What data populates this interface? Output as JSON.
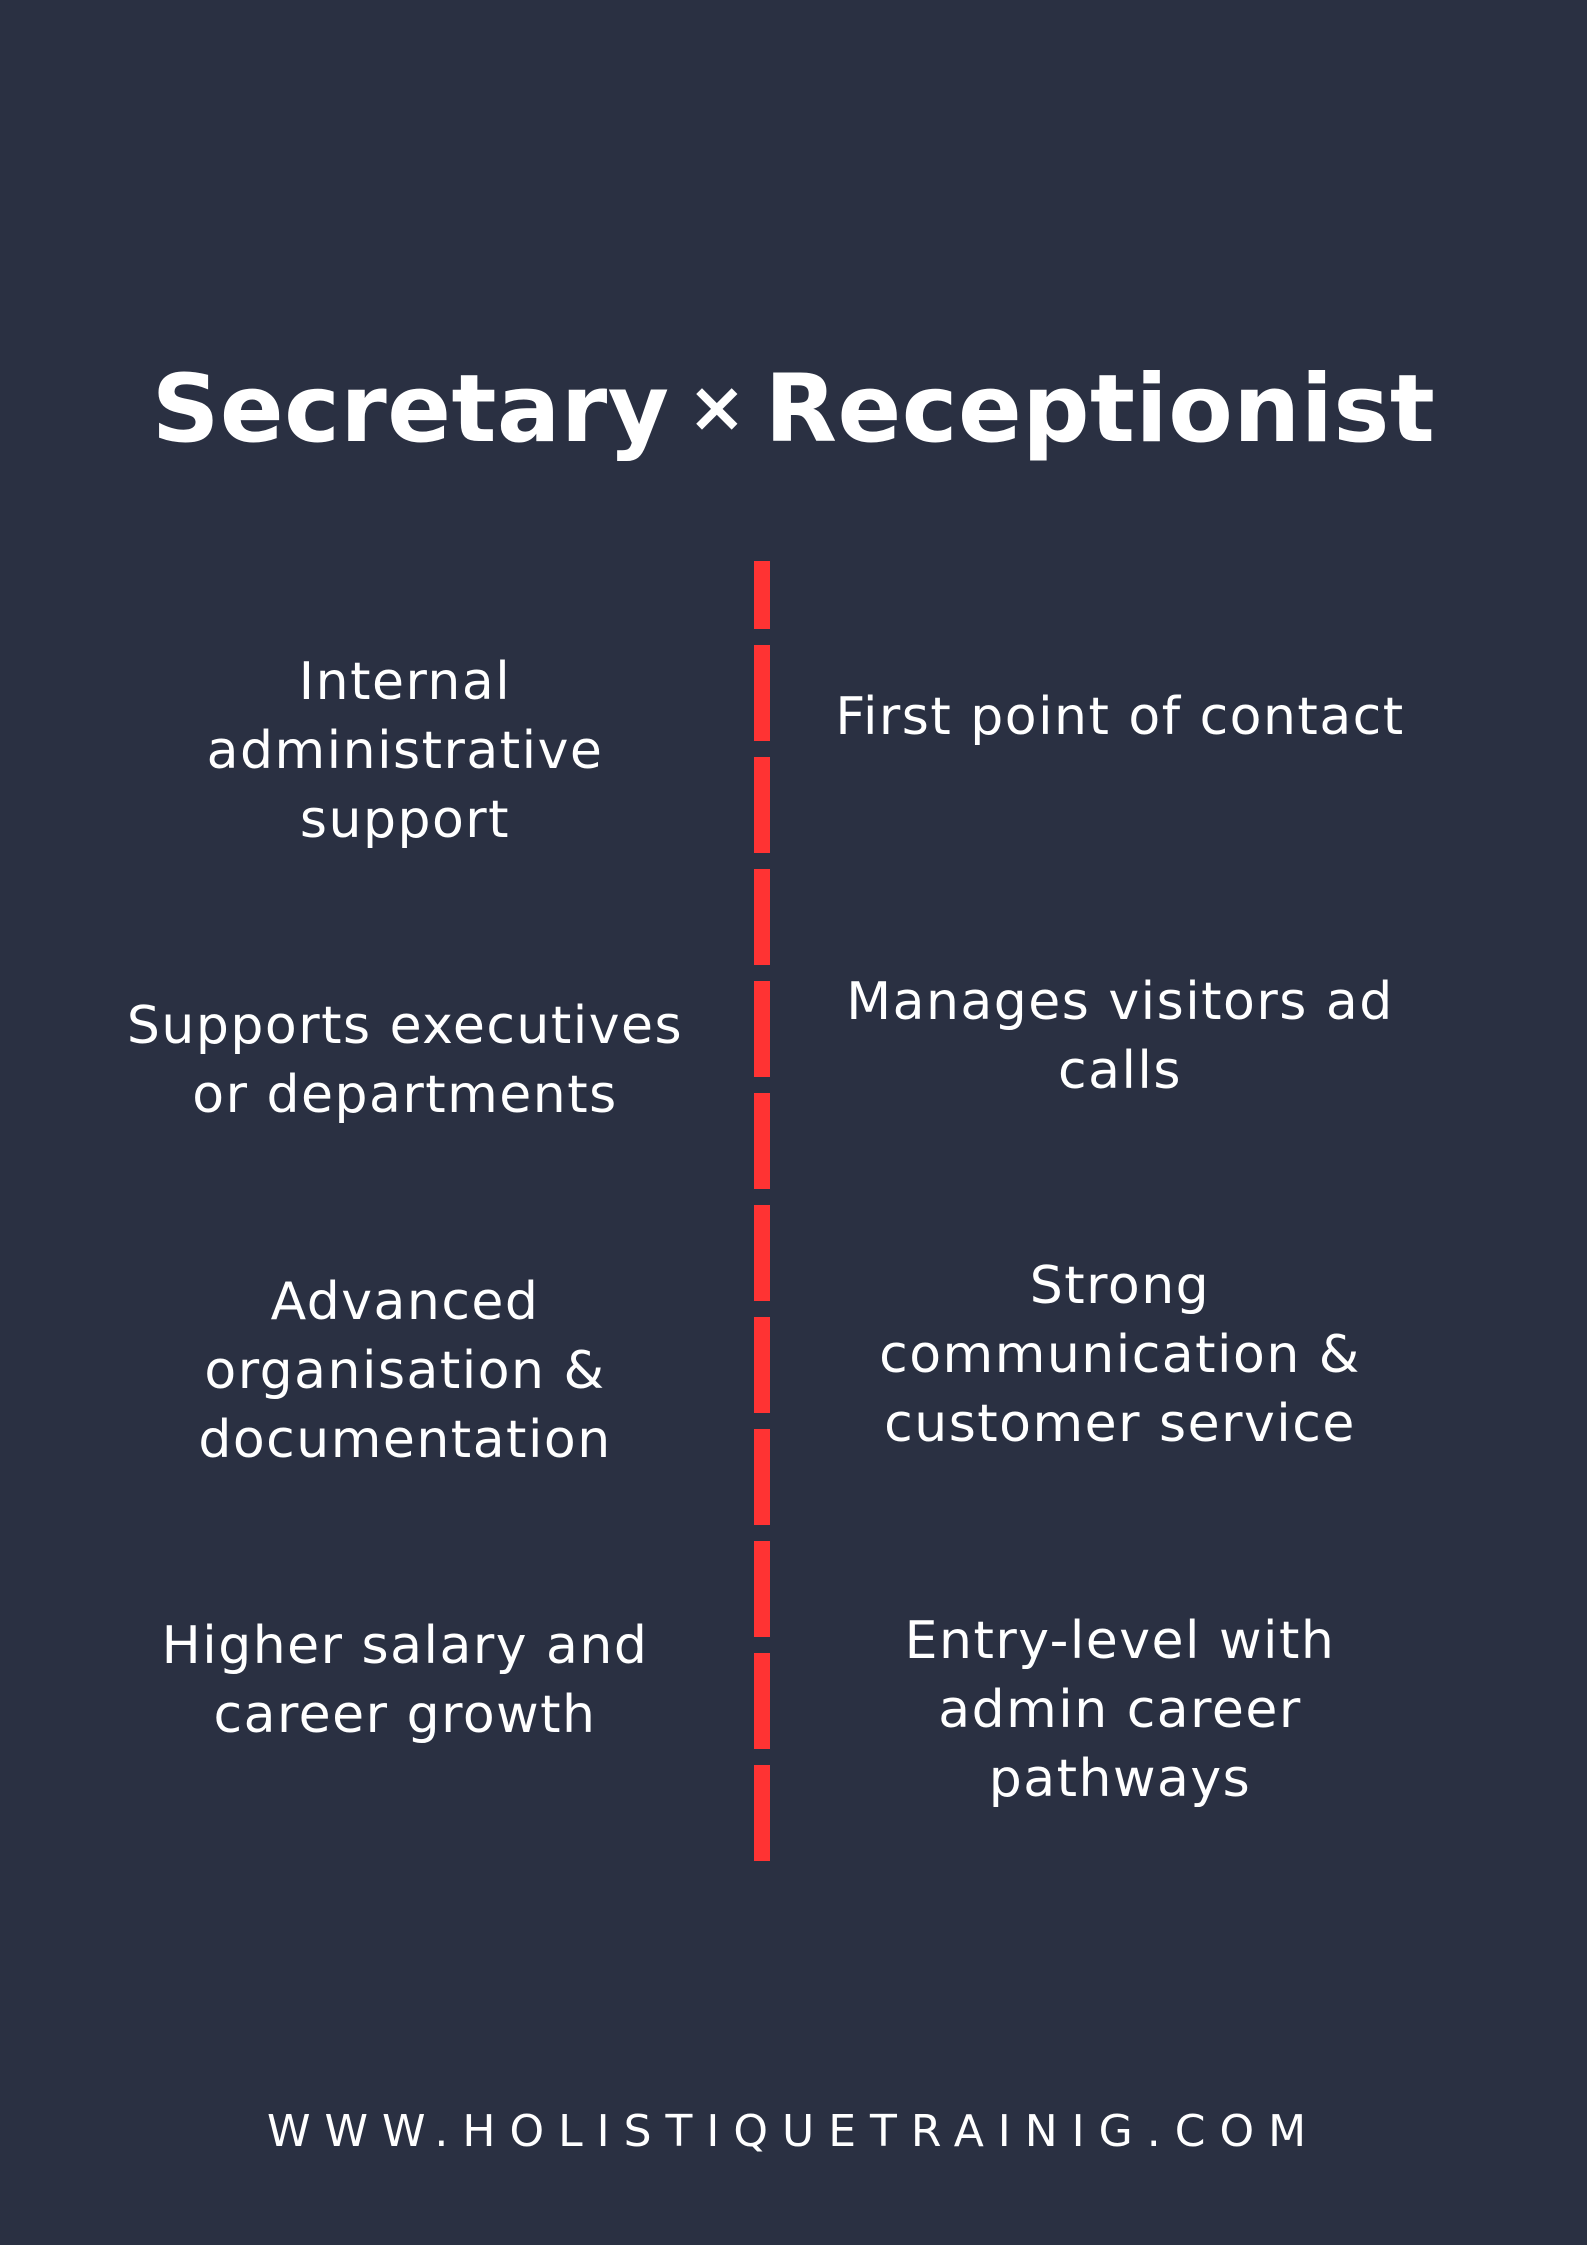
{
  "title": {
    "left": "Secretary",
    "separator": "×",
    "right": "Receptionist"
  },
  "colors": {
    "background": "#2a3042",
    "accent": "#ff3333",
    "text": "#ffffff"
  },
  "rows": [
    {
      "secretary": "Internal\nadministrative\nsupport",
      "receptionist": "First point of contact"
    },
    {
      "secretary": "Supports executives\nor departments",
      "receptionist": "Manages visitors ad\ncalls"
    },
    {
      "secretary": "Advanced\norganisation &\ndocumentation",
      "receptionist": "Strong\ncommunication &\ncustomer service"
    },
    {
      "secretary": "Higher salary and\ncareer growth",
      "receptionist": "Entry-level with\nadmin career\npathways"
    }
  ],
  "footer": {
    "url": "WWW.HOLISTIQUETRAINIG.COM"
  }
}
